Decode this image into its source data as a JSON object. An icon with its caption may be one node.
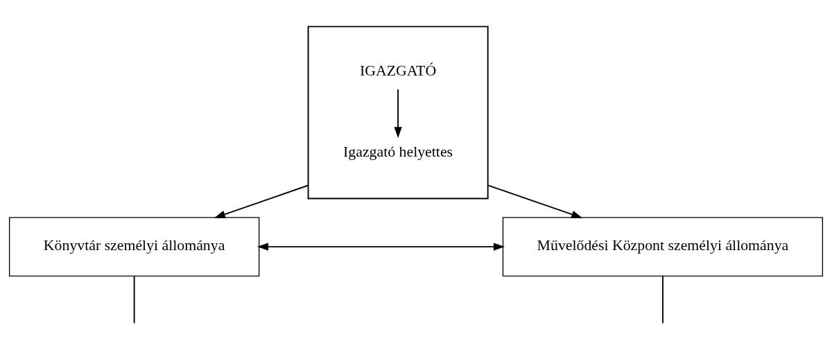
{
  "diagram": {
    "nodes": [
      {
        "text": [],
        "shape": "box"
      },
      {
        "text": [
          "IGAZGATÓ"
        ],
        "in": 0
      },
      {
        "text": [
          "Igazgató helyettes"
        ],
        "in": 0
      },
      {
        "text": [
          "Könyvtár személyi állománya"
        ]
      },
      {
        "text": [
          "Művelődési Központ személyi állománya"
        ]
      }
    ],
    "edges": [
      {
        "from": 1,
        "to": 2,
        "arrow": "to"
      },
      {
        "from": 0,
        "to": 3,
        "arrow": "to"
      },
      {
        "from": 0,
        "to": 4,
        "arrow": "to"
      },
      {
        "from": 3,
        "to": 4,
        "arrow": "both"
      },
      {
        "from": 3,
        "to": null,
        "arrow": "none"
      },
      {
        "from": 4,
        "to": null,
        "arrow": "none"
      }
    ]
  }
}
